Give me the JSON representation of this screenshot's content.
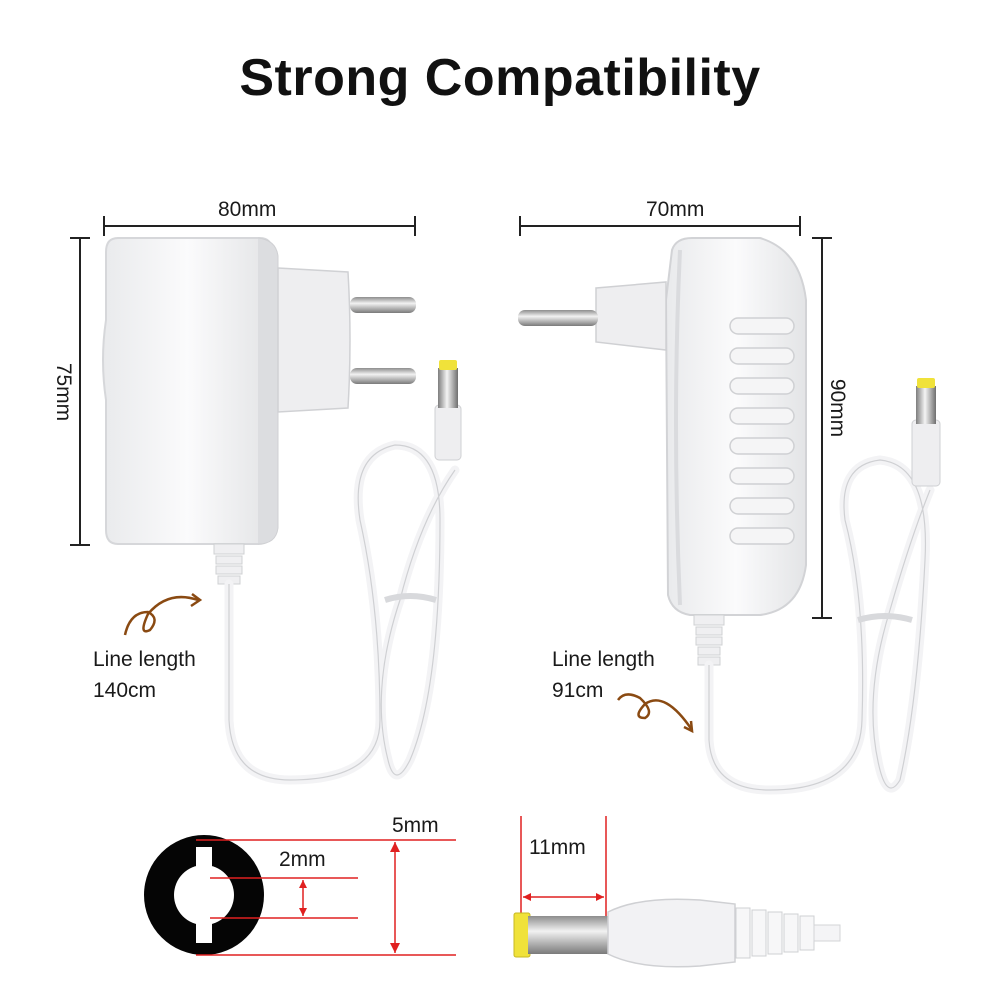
{
  "title": "Strong Compatibility",
  "adapter_left": {
    "width_label": "80mm",
    "height_label": "75mm",
    "line_length_label": "Line length",
    "line_length_value": "140cm"
  },
  "adapter_right": {
    "width_label": "70mm",
    "height_label": "90mm",
    "line_length_label": "Line length",
    "line_length_value": "91cm"
  },
  "connector": {
    "outer_diameter_label": "5mm",
    "inner_diameter_label": "2mm",
    "plug_length_label": "11mm"
  },
  "colors": {
    "product_white": "#f7f7f8",
    "dimension_red": "#e02020",
    "arrow_brown": "#8a4a12",
    "plug_tip_yellow": "#f0e23a"
  }
}
